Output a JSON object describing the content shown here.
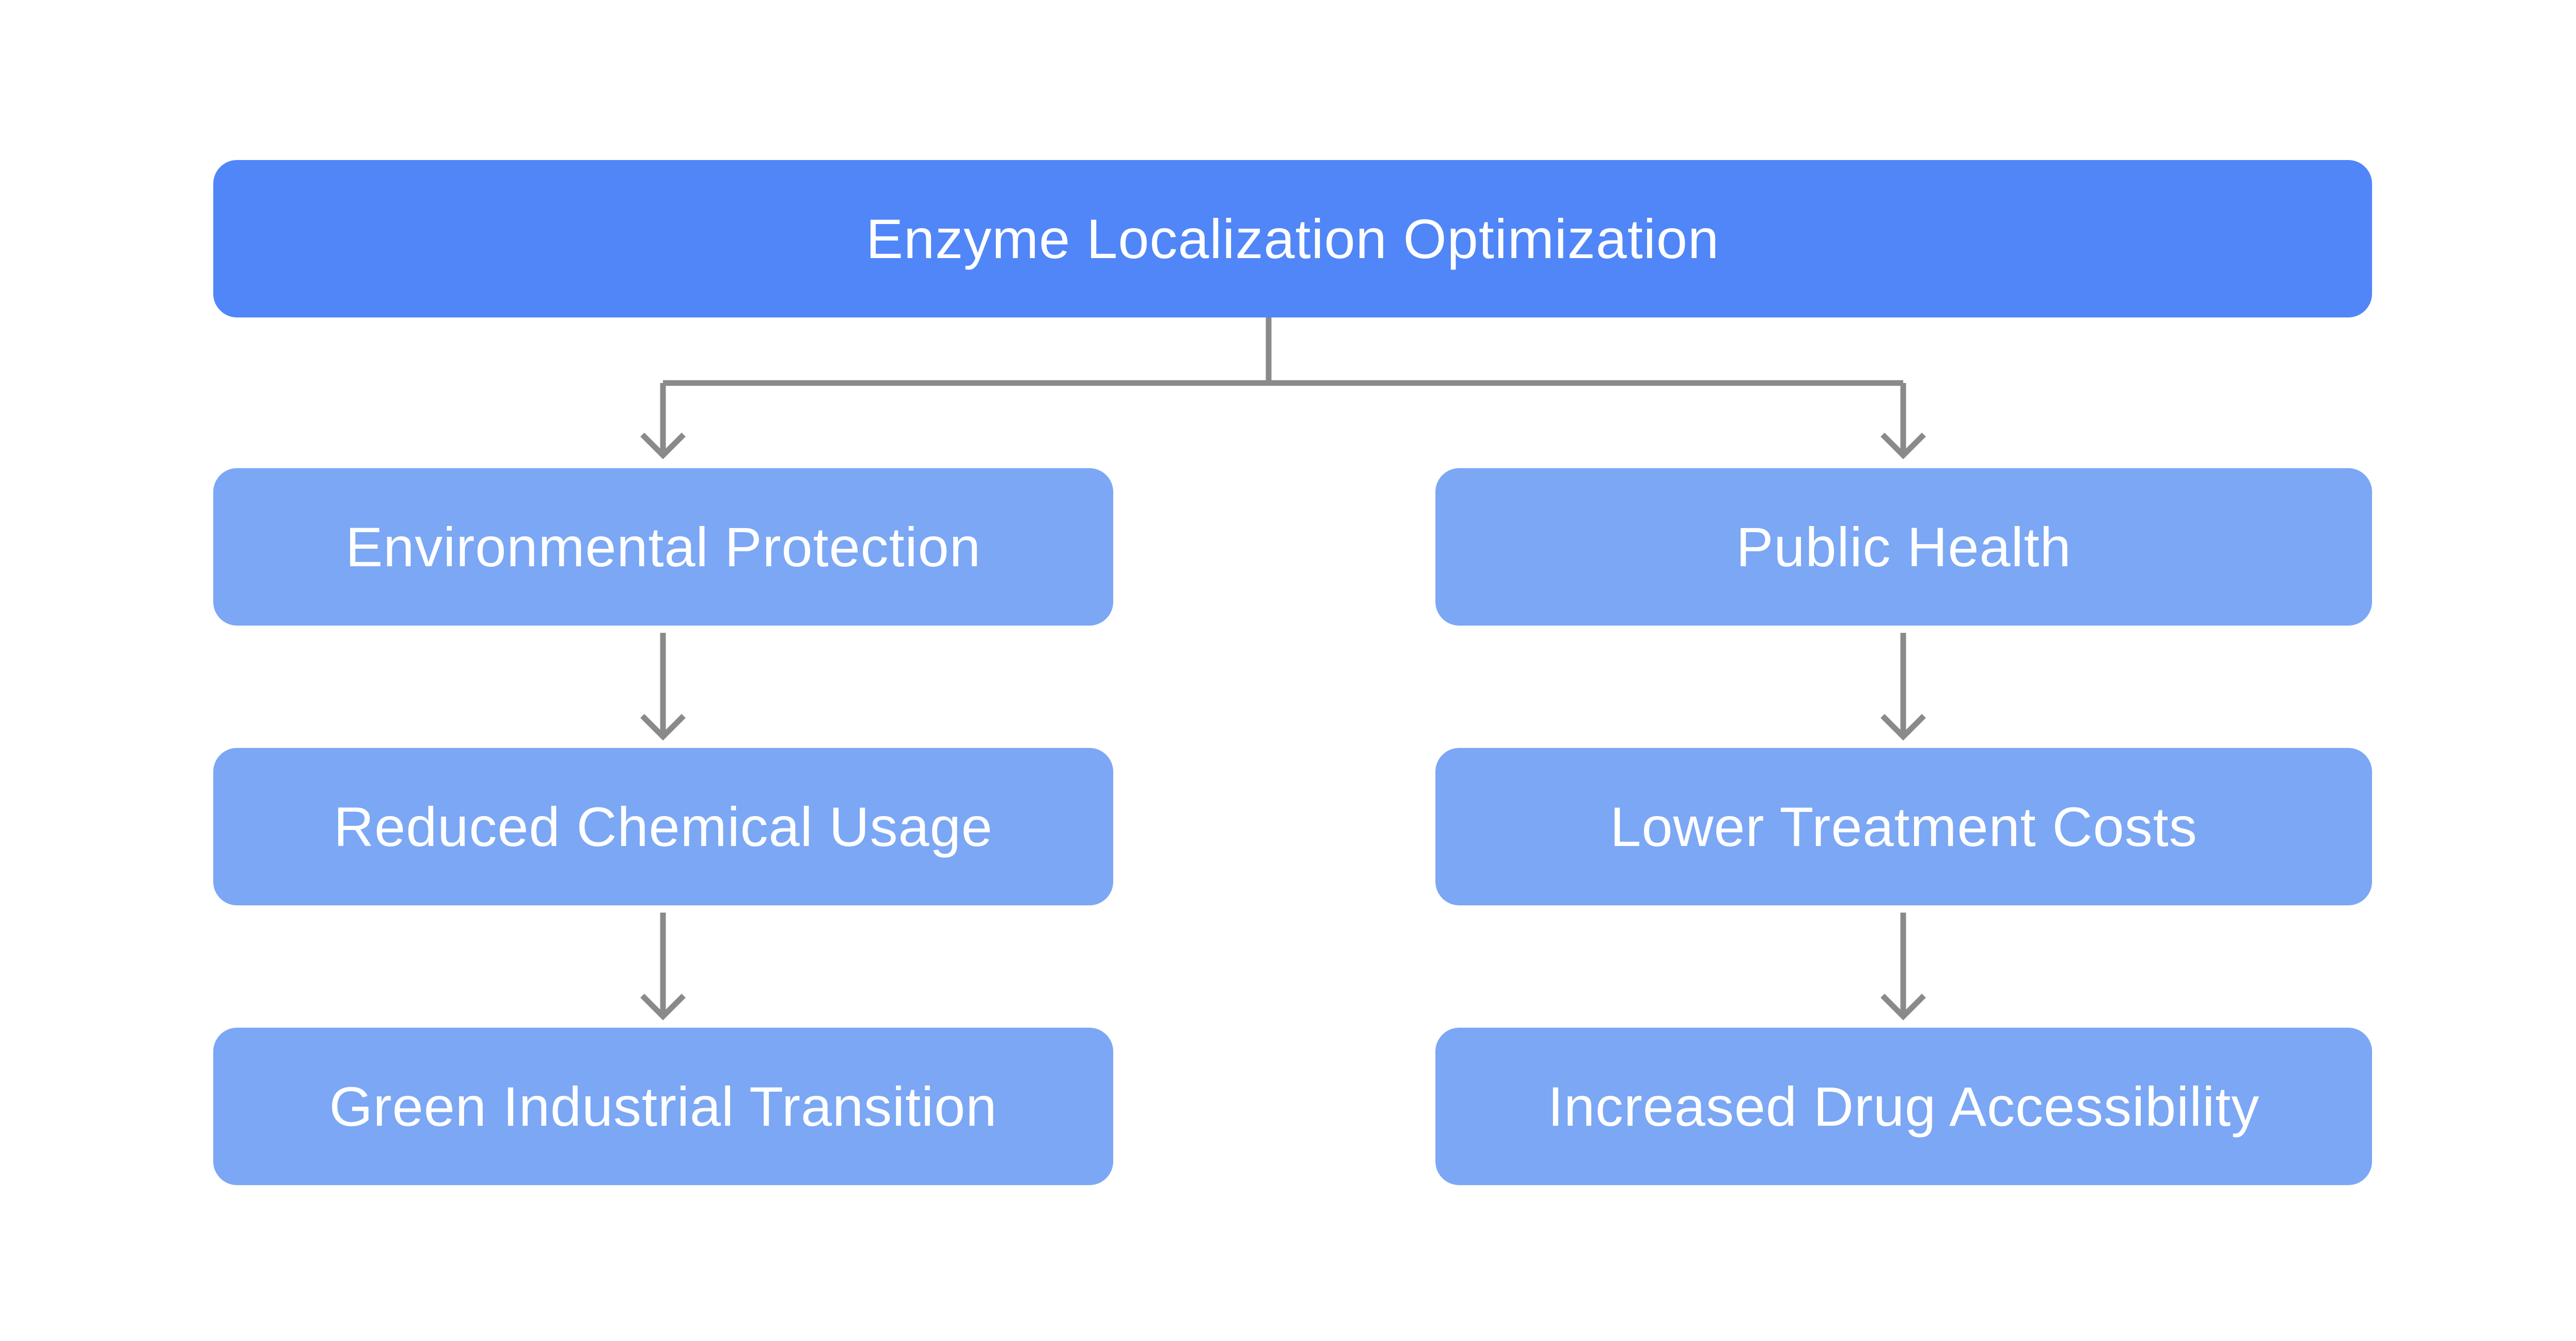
{
  "diagram": {
    "root": {
      "label": "Enzyme Localization Optimization"
    },
    "left_branch": {
      "nodes": [
        {
          "label": "Environmental Protection"
        },
        {
          "label": "Reduced Chemical Usage"
        },
        {
          "label": "Green Industrial Transition"
        }
      ]
    },
    "right_branch": {
      "nodes": [
        {
          "label": "Public Health"
        },
        {
          "label": "Lower Treatment Costs"
        },
        {
          "label": "Increased Drug Accessibility"
        }
      ]
    },
    "colors": {
      "root_fill": "#5086f7",
      "child_fill": "#7ba7f4",
      "connector": "#8a8a8a",
      "text": "#ffffff"
    }
  }
}
